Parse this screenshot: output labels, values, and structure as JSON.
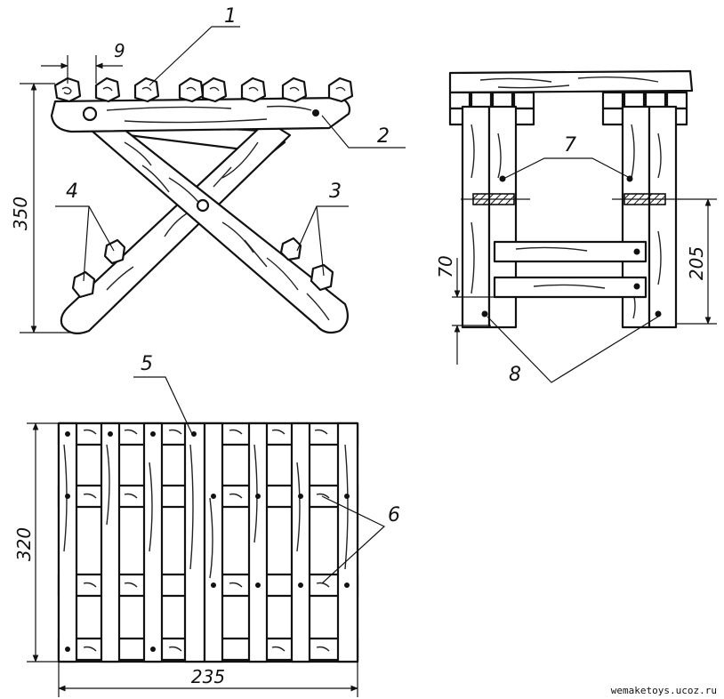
{
  "callouts": {
    "c1": "1",
    "c2": "2",
    "c3": "3",
    "c4": "4",
    "c5": "5",
    "c6": "6",
    "c7": "7",
    "c8": "8"
  },
  "dimensions": {
    "side_height": "350",
    "peg_gap": "9",
    "front_low": "70",
    "front_mid": "205",
    "top_depth": "320",
    "top_width": "235"
  },
  "credit": "wemaketoys.ucoz.ru"
}
